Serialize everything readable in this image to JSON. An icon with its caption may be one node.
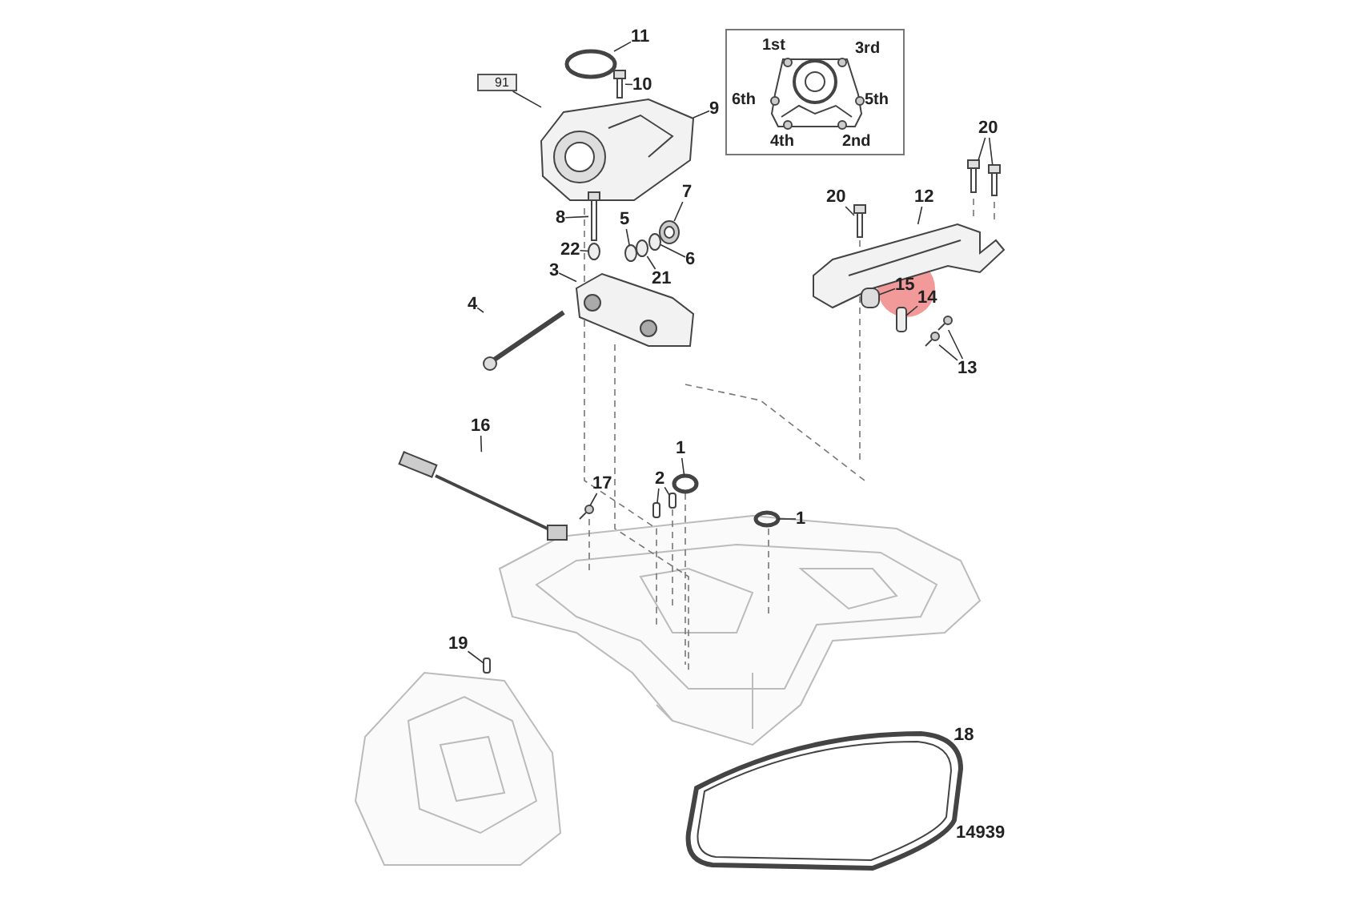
{
  "diagram": {
    "nodes": [
      {
        "text": [
          "11"
        ]
      },
      {
        "text": [],
        "shape": "circle"
      },
      {
        "text": [
          "10"
        ]
      },
      {
        "text": [],
        "shape": "picture"
      },
      {
        "text": [
          "1st",
          "3rd",
          "6th",
          "5th",
          "4th",
          "2nd"
        ]
      },
      {
        "text": [
          "91"
        ]
      },
      {
        "text": [
          "9"
        ]
      },
      {
        "text": [],
        "shape": "picture"
      },
      {
        "text": [
          "20"
        ]
      },
      {
        "text": [],
        "shape": "picture"
      },
      {
        "text": [],
        "shape": "picture"
      },
      {
        "text": [
          "8"
        ]
      },
      {
        "text": [],
        "shape": "picture"
      },
      {
        "text": [
          "7"
        ]
      },
      {
        "text": [],
        "shape": "picture"
      },
      {
        "text": [
          "5"
        ]
      },
      {
        "text": [],
        "shape": "circle"
      },
      {
        "text": [
          "22"
        ]
      },
      {
        "text": [],
        "shape": "circle"
      },
      {
        "text": [
          "6"
        ]
      },
      {
        "text": [],
        "shape": "circle"
      },
      {
        "text": [
          "21"
        ]
      },
      {
        "text": [],
        "shape": "circle"
      },
      {
        "text": [
          "3"
        ]
      },
      {
        "text": [],
        "shape": "picture"
      },
      {
        "text": [
          "20"
        ]
      },
      {
        "text": [],
        "shape": "picture"
      },
      {
        "text": [
          "12"
        ]
      },
      {
        "text": [],
        "shape": "picture"
      },
      {
        "text": [
          "15"
        ]
      },
      {
        "text": [],
        "shape": "box"
      },
      {
        "text": [
          "14"
        ]
      },
      {
        "text": [],
        "shape": "box"
      },
      {
        "text": [
          "4"
        ]
      },
      {
        "text": [],
        "shape": "picture"
      },
      {
        "text": [
          "13"
        ]
      },
      {
        "text": [],
        "shape": "picture"
      },
      {
        "text": [],
        "shape": "picture"
      },
      {
        "text": [
          "1"
        ]
      },
      {
        "text": [],
        "shape": "circle"
      },
      {
        "text": [
          "16"
        ]
      },
      {
        "text": [],
        "shape": "picture"
      },
      {
        "text": [
          "2"
        ]
      },
      {
        "text": [],
        "shape": "box"
      },
      {
        "text": [],
        "shape": "box"
      },
      {
        "text": [
          "17"
        ]
      },
      {
        "text": [],
        "shape": "picture"
      },
      {
        "text": [
          "1"
        ]
      },
      {
        "text": [],
        "shape": "circle"
      },
      {
        "text": [
          "19"
        ]
      },
      {
        "text": [],
        "shape": "box"
      },
      {
        "text": [
          "18"
        ]
      },
      {
        "text": [],
        "shape": "picture"
      }
    ],
    "edges": [
      {
        "from": 0,
        "to": 1,
        "arrow": "none"
      },
      {
        "from": 2,
        "to": 3,
        "arrow": "none"
      },
      {
        "from": 5,
        "to": 7,
        "arrow": "none"
      },
      {
        "from": 6,
        "to": 7,
        "arrow": "none"
      },
      {
        "from": 8,
        "to": 9,
        "arrow": "none"
      },
      {
        "from": 8,
        "to": 10,
        "arrow": "none"
      },
      {
        "from": 11,
        "to": 12,
        "arrow": "none"
      },
      {
        "from": 13,
        "to": 14,
        "arrow": "none"
      },
      {
        "from": 15,
        "to": 16,
        "arrow": "none"
      },
      {
        "from": 17,
        "to": 18,
        "arrow": "none"
      },
      {
        "from": 19,
        "to": 20,
        "arrow": "none"
      },
      {
        "from": 21,
        "to": 22,
        "arrow": "none"
      },
      {
        "from": 23,
        "to": 24,
        "arrow": "none"
      },
      {
        "from": 25,
        "to": 26,
        "arrow": "none"
      },
      {
        "from": 27,
        "to": 28,
        "arrow": "none"
      },
      {
        "from": 29,
        "to": 30,
        "arrow": "none"
      },
      {
        "from": 31,
        "to": 32,
        "arrow": "none"
      },
      {
        "from": 33,
        "to": 34,
        "arrow": "none"
      },
      {
        "from": 35,
        "to": 36,
        "arrow": "none"
      },
      {
        "from": 35,
        "to": 37,
        "arrow": "none"
      },
      {
        "from": 38,
        "to": 39,
        "arrow": "none"
      },
      {
        "from": 40,
        "to": 41,
        "arrow": "none"
      },
      {
        "from": 42,
        "to": 43,
        "arrow": "none"
      },
      {
        "from": 42,
        "to": 44,
        "arrow": "none"
      },
      {
        "from": 45,
        "to": 46,
        "arrow": "none"
      },
      {
        "from": 47,
        "to": 48,
        "arrow": "none"
      },
      {
        "from": 49,
        "to": 50,
        "arrow": "none"
      },
      {
        "from": 51,
        "to": 52,
        "arrow": "none"
      }
    ],
    "labels": [
      "14939"
    ]
  }
}
